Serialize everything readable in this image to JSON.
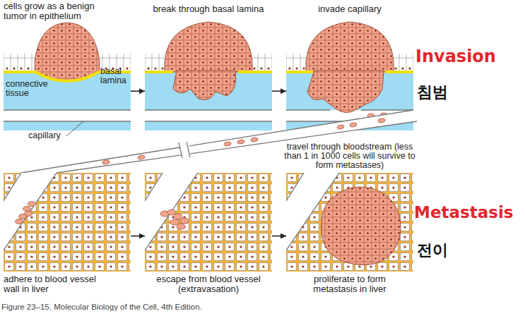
{
  "diagram": {
    "caption": "Figure 23–15. Molecular Biology of the Cell, 4th Edition.",
    "nodes": [
      {
        "text": [
          "cells grow as a benign tumor in epithelium"
        ]
      },
      {
        "text": [
          "break through basal lamina"
        ]
      },
      {
        "text": [
          "invade capillary"
        ]
      },
      {
        "text": [
          "adhere to blood vessel wall in liver"
        ]
      },
      {
        "text": [
          "escape from blood vessel (extravasation)"
        ]
      },
      {
        "text": [
          "proliferate to form metastasis in liver"
        ]
      }
    ],
    "edges": [
      {
        "from": 0,
        "to": 1,
        "arrow": "to"
      },
      {
        "from": 1,
        "to": 2,
        "arrow": "to"
      },
      {
        "from": 3,
        "to": 4,
        "arrow": "to"
      },
      {
        "from": 4,
        "to": 5,
        "arrow": "to"
      }
    ],
    "labels": [
      "connective tissue",
      "basal lamina",
      "capillary",
      "travel through bloodstream (less than 1 in 1000 cells will survive to form metastases)",
      "Invasion",
      "침범",
      "Metastasis",
      "전이"
    ]
  }
}
